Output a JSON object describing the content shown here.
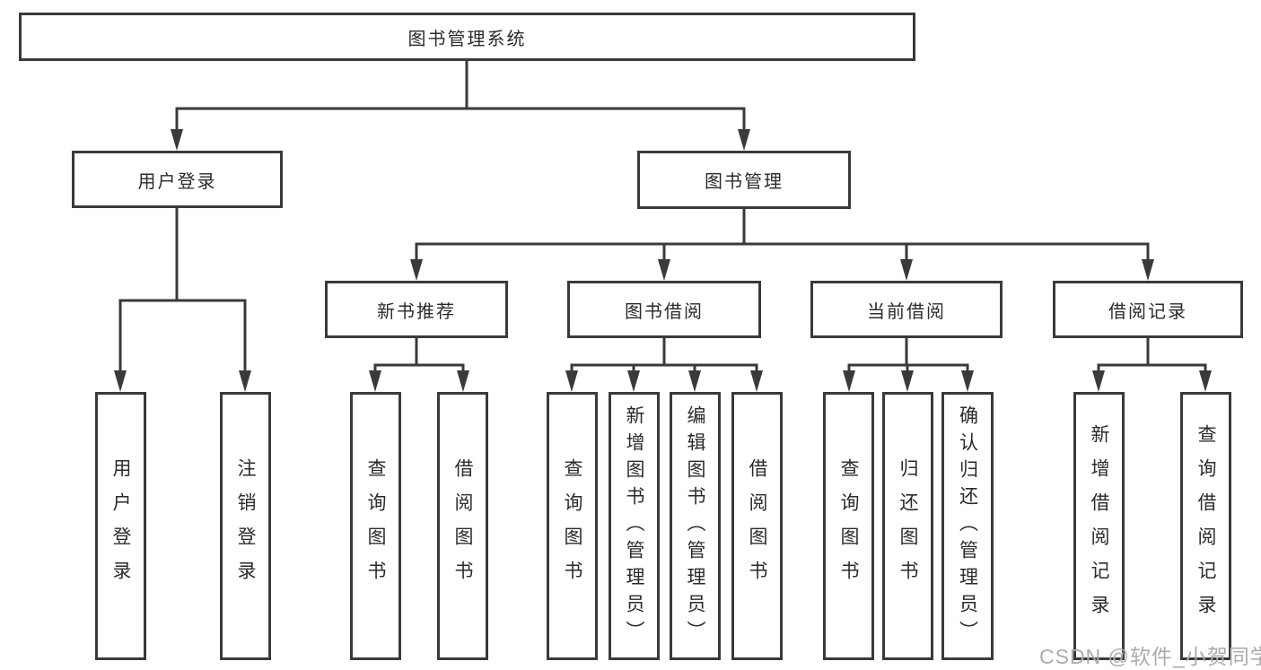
{
  "diagram": {
    "root_label": "图书管理系统",
    "user": {
      "label": "用户登录",
      "children": [
        {
          "label": "用户登录"
        },
        {
          "label": "注销登录"
        }
      ]
    },
    "book": {
      "label": "图书管理",
      "groups": [
        {
          "label": "新书推荐",
          "children": [
            {
              "label": "查询图书"
            },
            {
              "label": "借阅图书"
            }
          ]
        },
        {
          "label": "图书借阅",
          "children": [
            {
              "label": "查询图书"
            },
            {
              "label": "新增图书（管理员）"
            },
            {
              "label": "编辑图书（管理员）"
            },
            {
              "label": "借阅图书"
            }
          ]
        },
        {
          "label": "当前借阅",
          "children": [
            {
              "label": "查询图书"
            },
            {
              "label": "归还图书"
            },
            {
              "label": "确认归还（管理员）"
            }
          ]
        },
        {
          "label": "借阅记录",
          "children": [
            {
              "label": "新增借阅记录"
            },
            {
              "label": "查询借阅记录"
            }
          ]
        }
      ]
    },
    "watermark": "CSDN @软件_小贺同学",
    "line_color": "#3a3a3a"
  }
}
